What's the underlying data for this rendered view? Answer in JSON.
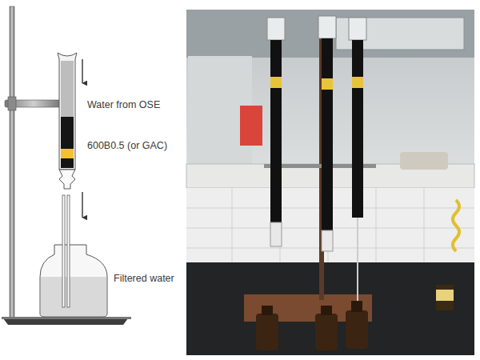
{
  "diagram": {
    "labels": [
      "Water from OSE",
      "600B0.5 (or GAC)",
      "Filtered water"
    ]
  }
}
